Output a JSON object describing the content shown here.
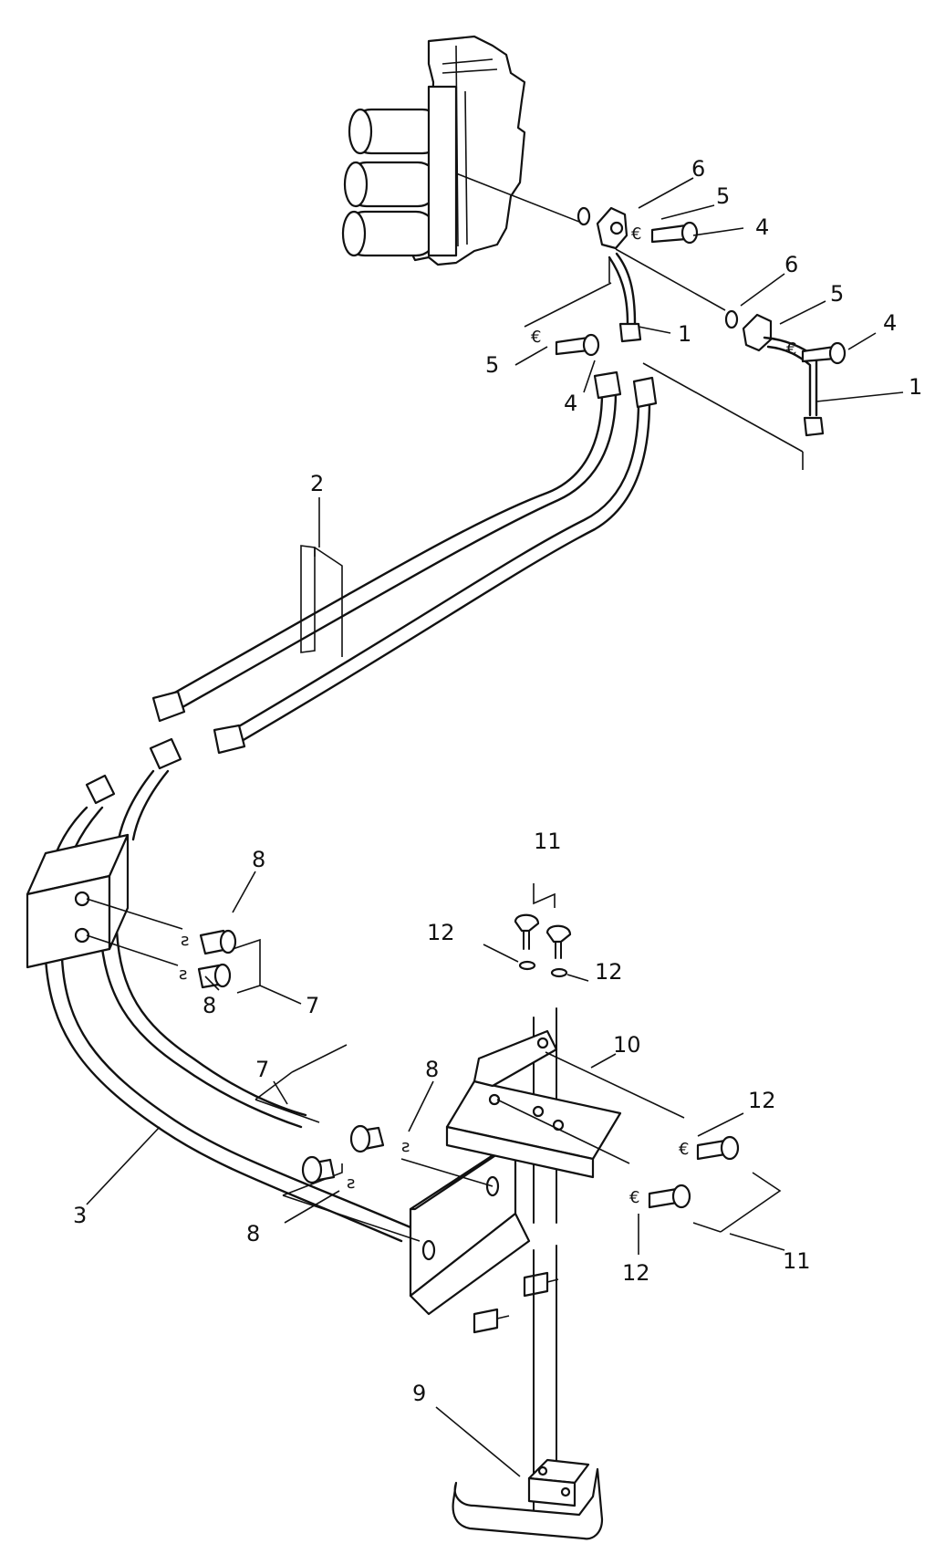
{
  "callouts": [
    {
      "id": "c1a",
      "text": "1"
    },
    {
      "id": "c1b",
      "text": "1"
    },
    {
      "id": "c2",
      "text": "2"
    },
    {
      "id": "c3",
      "text": "3"
    },
    {
      "id": "c4a",
      "text": "4"
    },
    {
      "id": "c4b",
      "text": "4"
    },
    {
      "id": "c4c",
      "text": "4"
    },
    {
      "id": "c5a",
      "text": "5"
    },
    {
      "id": "c5b",
      "text": "5"
    },
    {
      "id": "c5c",
      "text": "5"
    },
    {
      "id": "c6a",
      "text": "6"
    },
    {
      "id": "c6b",
      "text": "6"
    },
    {
      "id": "c7a",
      "text": "7"
    },
    {
      "id": "c7b",
      "text": "7"
    },
    {
      "id": "c8a",
      "text": "8"
    },
    {
      "id": "c8b",
      "text": "8"
    },
    {
      "id": "c8c",
      "text": "8"
    },
    {
      "id": "c8d",
      "text": "8"
    },
    {
      "id": "c9",
      "text": "9"
    },
    {
      "id": "c10",
      "text": "10"
    },
    {
      "id": "c11a",
      "text": "11"
    },
    {
      "id": "c11b",
      "text": "11"
    },
    {
      "id": "c12a",
      "text": "12"
    },
    {
      "id": "c12b",
      "text": "12"
    },
    {
      "id": "c12c",
      "text": "12"
    },
    {
      "id": "c12d",
      "text": "12"
    }
  ]
}
